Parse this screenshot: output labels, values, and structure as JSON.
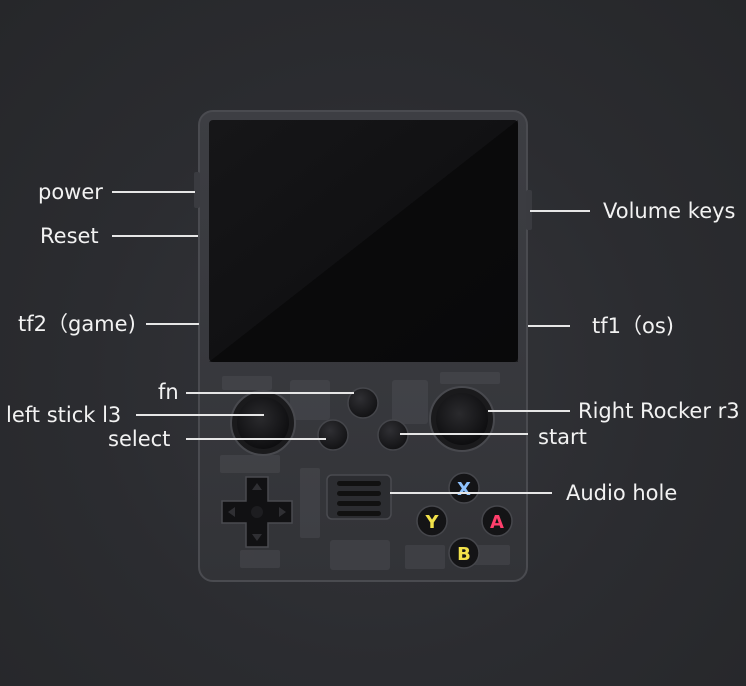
{
  "labels": {
    "power": "power",
    "reset": "Reset",
    "tf2": "tf2（game)",
    "fn": "fn",
    "left_stick": "left stick l3",
    "select": "select",
    "volume": "Volume keys",
    "tf1": "tf1（os)",
    "right_rocker": "Right Rocker r3",
    "start": "start",
    "audio": "Audio hole"
  },
  "buttons": {
    "x": "X",
    "y": "Y",
    "a": "A",
    "b": "B"
  },
  "colors": {
    "background": "#2b2c2f",
    "x_button": "#8fc3ff",
    "y_button": "#f2e24a",
    "a_button": "#ff3f6c",
    "b_button": "#f2e24a"
  }
}
